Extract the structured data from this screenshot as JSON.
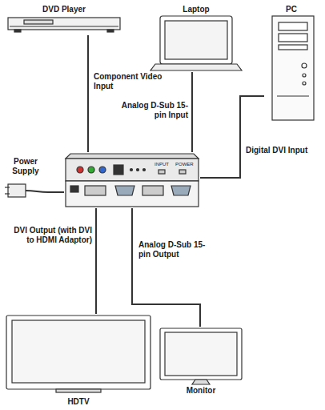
{
  "diagram": {
    "nodes": [
      {
        "text": [
          "DVD Player"
        ]
      },
      {
        "text": [
          "Laptop"
        ]
      },
      {
        "text": [
          "PC"
        ]
      },
      {
        "text": [
          "Power Supply"
        ]
      },
      {
        "text": [
          "INPUT",
          "POWER"
        ]
      },
      {
        "text": [
          "HDTV"
        ]
      },
      {
        "text": [
          "Monitor"
        ]
      }
    ],
    "edges": [
      {
        "from": 0,
        "to": 4,
        "arrow": "none",
        "label": "Component Video Input"
      },
      {
        "from": 1,
        "to": 4,
        "arrow": "none",
        "label": "Analog D-Sub 15-pin Input"
      },
      {
        "from": 2,
        "to": 4,
        "arrow": "none",
        "label": "Digital DVI Input"
      },
      {
        "from": 3,
        "to": 4,
        "arrow": "none"
      },
      {
        "from": 4,
        "to": 5,
        "arrow": "none",
        "label": "DVI Output (with DVI to HDMI Adaptor)"
      },
      {
        "from": 4,
        "to": 6,
        "arrow": "none",
        "label": "Analog D-Sub 15-pin Output"
      }
    ]
  }
}
